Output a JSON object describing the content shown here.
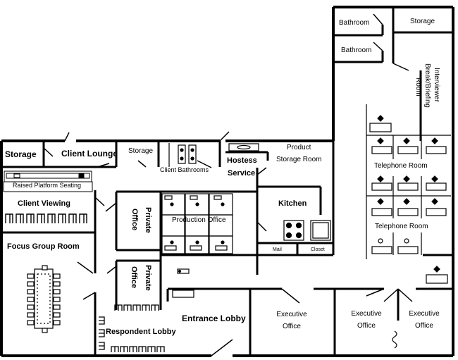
{
  "plan": {
    "rooms": {
      "bathroom_1": "Bathroom",
      "bathroom_2": "Bathroom",
      "storage_top_right": "Storage",
      "interviewer_break": [
        "Interviewer",
        "Break/Briefing",
        "Room"
      ],
      "telephone_room_1": "Telephone Room",
      "telephone_room_2": "Telephone Room",
      "storage_left": "Storage",
      "client_lounge": "Client Lounge",
      "storage_small": "Storage",
      "client_bathrooms": "Client Bathrooms",
      "hostess_service": [
        "Hostess",
        "Service"
      ],
      "product_storage": [
        "Product",
        "Storage Room"
      ],
      "raised_platform": "Raised Platform Seating",
      "client_viewing": "Client Viewing",
      "private_office_1": [
        "Private",
        "Office"
      ],
      "production_office": "Production Office",
      "kitchen": "Kitchen",
      "mail": "Mail",
      "closet": "Closet",
      "focus_group_room": "Focus Group Room",
      "private_office_2": [
        "Private",
        "Office"
      ],
      "entrance_lobby": "Entrance Lobby",
      "respondent_lobby": "Respondent Lobby",
      "executive_office_1": [
        "Executive",
        "Office"
      ],
      "executive_office_2": [
        "Executive",
        "Office"
      ],
      "executive_office_3": [
        "Executive",
        "Office"
      ]
    },
    "colors": {
      "wall": "#000000",
      "background": "#ffffff"
    }
  }
}
